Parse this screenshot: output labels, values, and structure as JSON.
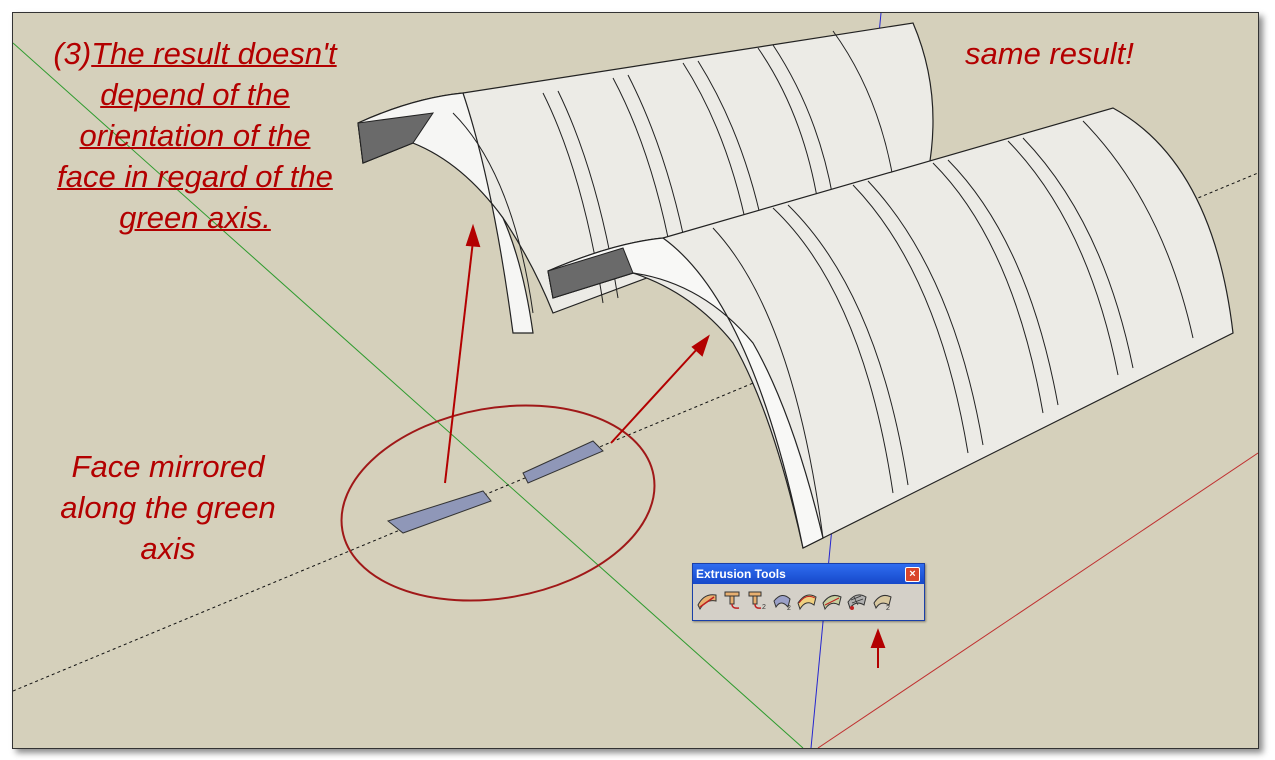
{
  "annotations": {
    "prefix": "(3)",
    "title_lines": [
      "The result doesn't",
      "depend of the",
      "orientation of the",
      "face in regard of the",
      "green axis."
    ],
    "same_result": "same result!",
    "face_lines": [
      "Face mirrored",
      "along the green",
      "axis"
    ]
  },
  "toolbar": {
    "title": "Extrusion Tools",
    "close_label": "×",
    "tools": [
      "extrude-edges-by-rails-icon",
      "follow-me-and-keep-icon",
      "follow-me-and-keep-alt-icon",
      "lathe-icon",
      "extrude-by-rails-icon",
      "extrude-by-rails-alt-icon",
      "extrude-by-rails-with-lattice-icon",
      "extrude-edges-by-face-icon"
    ]
  },
  "colors": {
    "annotation": "#b30000",
    "background": "#d5d0bb",
    "face_fill": "#8f97b8",
    "green_axis": "#2e9b2e",
    "blue_axis": "#2525d0",
    "red_axis": "#c03030"
  }
}
